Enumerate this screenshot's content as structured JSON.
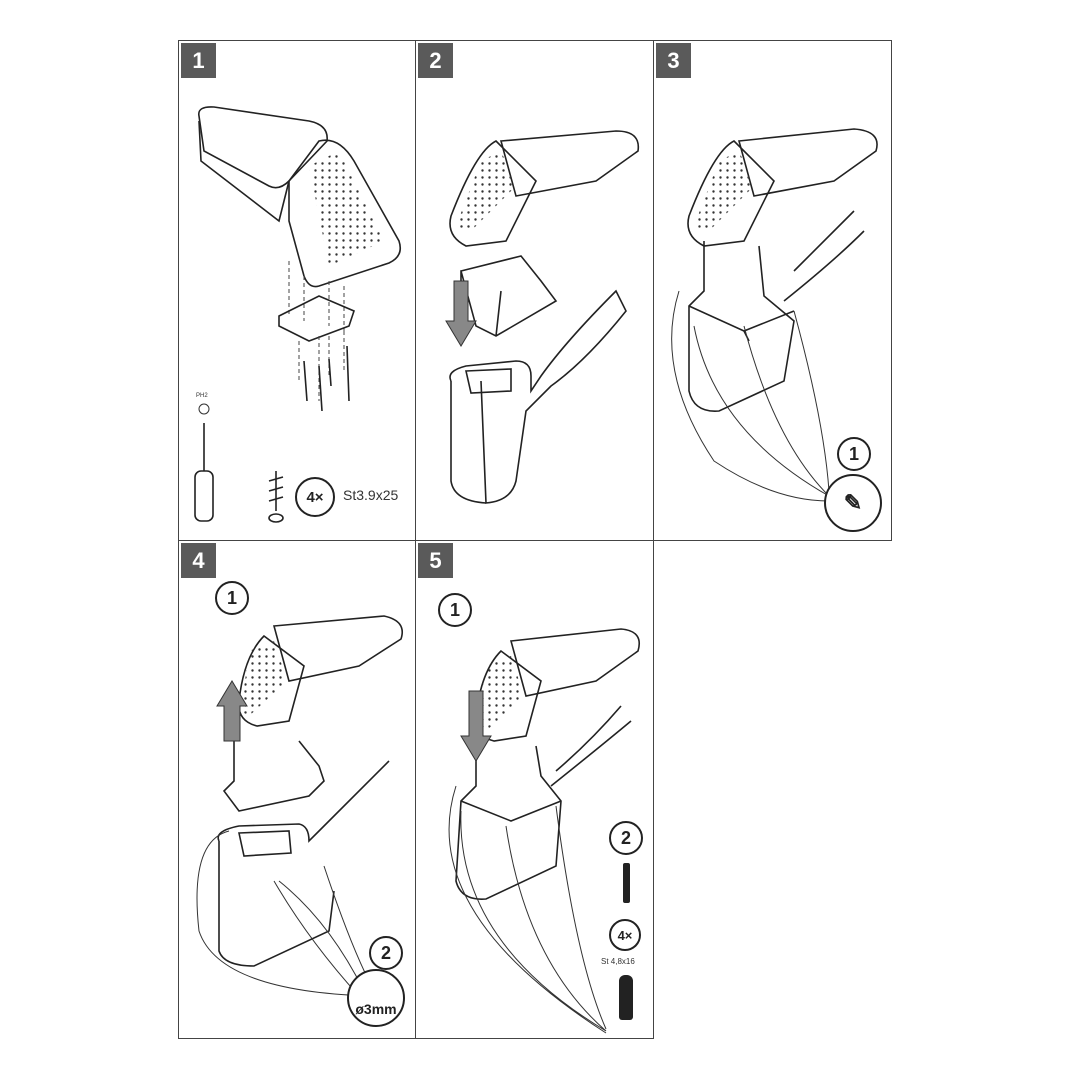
{
  "steps": [
    {
      "number": "1",
      "tool_label": "PH2",
      "count_label": "4×",
      "screw_spec": "St3.9x25"
    },
    {
      "number": "2"
    },
    {
      "number": "3",
      "callout": "1"
    },
    {
      "number": "4",
      "callout_1": "1",
      "callout_2": "2",
      "drill_label": "ø3mm"
    },
    {
      "number": "5",
      "callout_1": "1",
      "callout_2": "2",
      "count_label": "4×",
      "screw_spec": "St 4,8x16"
    }
  ],
  "colors": {
    "badge": "#5a5a5a",
    "border": "#444444",
    "arrow": "#888888"
  }
}
